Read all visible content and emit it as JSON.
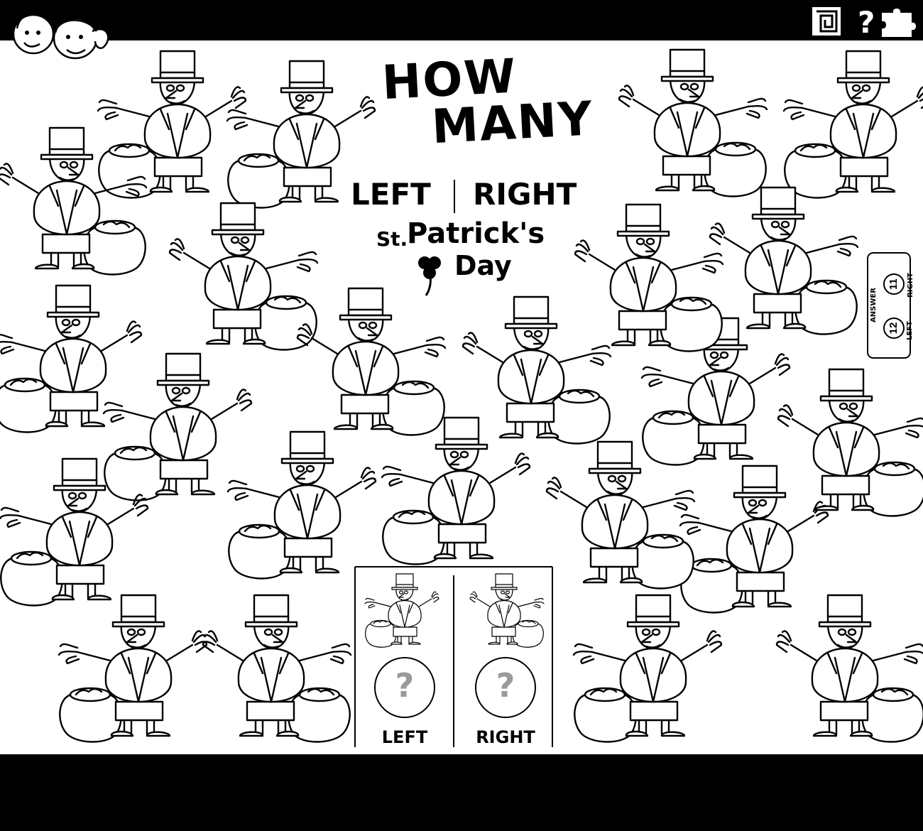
{
  "title": {
    "line1": "HOW",
    "line2": "MANY"
  },
  "subtitle": {
    "left": "LEFT",
    "right": "RIGHT"
  },
  "theme": {
    "prefix": "St.",
    "name": "Patrick's",
    "day": "Day"
  },
  "answer_box": {
    "label": "ANSWER",
    "left_label": "LEFT",
    "left_value": "12",
    "right_label": "RIGHT",
    "right_value": "11"
  },
  "panels": {
    "left_label": "LEFT",
    "right_label": "RIGHT",
    "question_mark": "?"
  },
  "figures": {
    "description_for_icons": "leprechaun-with-pot-of-gold",
    "left_facing_count": 12,
    "right_facing_count": 11
  },
  "colors": {
    "ink": "#000000",
    "paper": "#ffffff",
    "question": "#9a9a9a"
  }
}
